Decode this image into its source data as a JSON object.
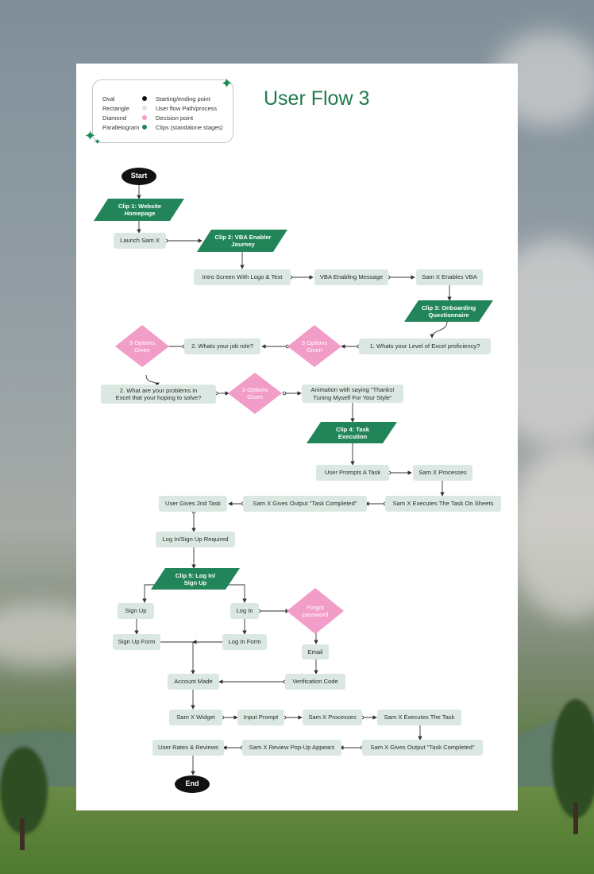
{
  "title": "User Flow 3",
  "colors": {
    "process": "#dbe8e1",
    "decision": "#f29cc8",
    "clip": "#22855a",
    "terminal": "#111111",
    "title": "#1f7a4c"
  },
  "legend": [
    {
      "shape": "Oval",
      "description": "Starting/ending point",
      "color": "#111111"
    },
    {
      "shape": "Rectangle",
      "description": "User flow Path/process",
      "color": "#d9e8df"
    },
    {
      "shape": "Diamond",
      "description": "Decision point",
      "color": "#f29cc8"
    },
    {
      "shape": "Parallelogram",
      "description": "Clips (standalone stages)",
      "color": "#22855a"
    }
  ],
  "nodes": {
    "start": "Start",
    "clip1": "Clip 1: Website\nHomepage",
    "launch": "Launch Sam X",
    "clip2": "Clip 2: VBA Enabler\nJourney",
    "intro": "Intro Screen With Logo & Text",
    "vba_msg": "VBA Enabling Message",
    "enables_vba": "Sam X Enables VBA",
    "clip3": "Clip 3: Onboarding\nQuestionnaire",
    "q1": "1. Whats your Level of Excel proficiency?",
    "d1": "3 Options\nGiven",
    "q2": "2. Whats your job role?",
    "d2": "3 Options\nGiven",
    "q3": "2. What are your problems in\nExcel that your hoping to solve?",
    "d3": "3 Options\nGiven",
    "animation": "Animation with saying \"Thanks!\nTuning Myself For Your Style\"",
    "clip4": "Clip 4: Task\nExecution",
    "prompts": "User Prompts A Task",
    "processes1": "Sam X Processes",
    "executes_sheets": "Sam X Executes The Task On Sheets",
    "output1": "Sam X Gives Output \"Task Completed\"",
    "second_task": "User Gives 2nd Task",
    "login_required": "Log In/Sign Up Required",
    "clip5": "Clip 5: Log In/\nSign Up",
    "signup": "Sign Up",
    "login": "Log In",
    "forgot": "Forgot\npassword",
    "signup_form": "Sign Up Form",
    "login_form": "Log In Form",
    "email": "Email",
    "account_made": "Account Made",
    "verification": "Verification Code",
    "widget": "Sam X Widget",
    "input_prompt": "Input Prompt",
    "processes2": "Sam X Processes",
    "executes_task": "Sam X Executes The Task",
    "output2": "Sam X Gives Output \"Task Completed\"",
    "review": "Sam X Review Pop-Up Appears",
    "rates": "User Rates & Reviews",
    "end": "End"
  }
}
